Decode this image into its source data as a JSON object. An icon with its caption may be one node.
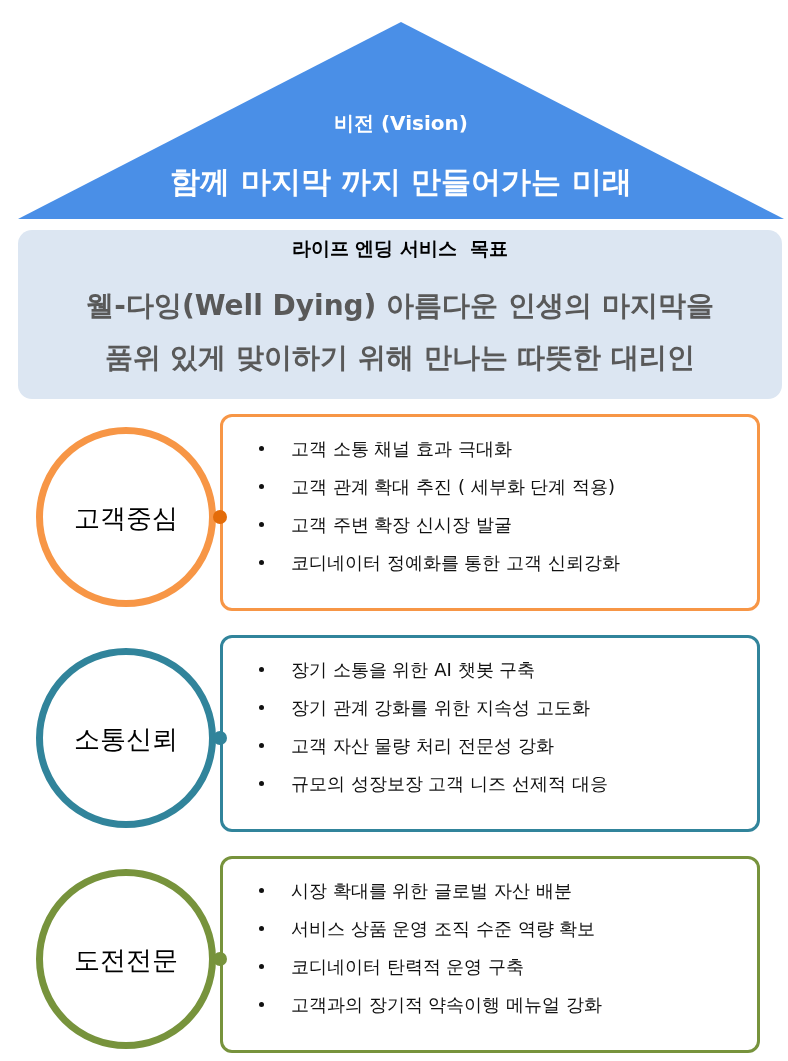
{
  "diagram": {
    "nodes": [
      {
        "text": [
          "비전 (Vision)",
          "함께 마지막 까지 만들어가는 미래"
        ]
      },
      {
        "text": [
          "라이프 엔딩 서비스  목표",
          "웰-다잉(Well Dying) 아름다운 인생의 마지막을 품위 있게 맞이하기 위해 만나는 따뜻한 대리인"
        ]
      },
      {
        "text": [
          "고객중심"
        ]
      },
      {
        "text": [
          "고객 소통 채널 효과 극대화",
          "고객 관계 확대 추진 ( 세부화 단계 적용)",
          "고객 주변 확장 신시장 발굴",
          "코디네이터 정예화를 통한 고객 신뢰강화"
        ]
      },
      {
        "text": [
          "소통신뢰"
        ]
      },
      {
        "text": [
          "장기 소통을 위한 AI 챗봇 구축",
          "장기 관계 강화를 위한 지속성 고도화",
          "고객 자산 물량 처리 전문성 강화",
          "규모의 성장보장 고객 니즈 선제적 대응"
        ]
      },
      {
        "text": [
          "도전전문"
        ]
      },
      {
        "text": [
          "시장 확대를 위한 글로벌 자산 배분",
          "서비스 상품 운영 조직 수준 역량 확보",
          "코디네이터 탄력적 운영 구축",
          "고객과의 장기적 약속이행 메뉴얼 강화"
        ]
      }
    ]
  }
}
